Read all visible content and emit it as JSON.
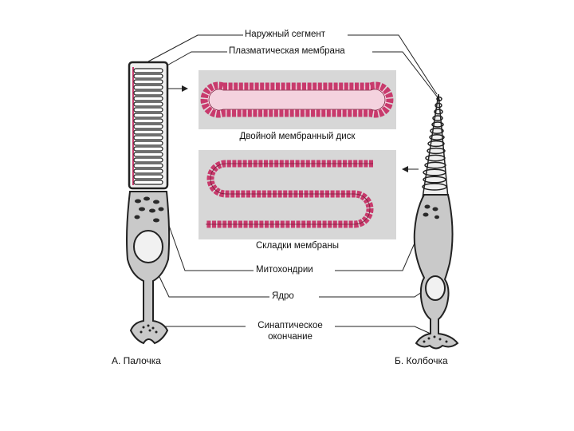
{
  "labels": {
    "outer_segment": "Наружный сегмент",
    "plasma_membrane": "Плазматическая мембрана",
    "double_disc": "Двойной мембранный диск",
    "membrane_folds": "Складки мембраны",
    "mitochondria": "Митохондрии",
    "nucleus": "Ядро",
    "synaptic_line1": "Синаптическое",
    "synaptic_line2": "окончание"
  },
  "captions": {
    "rod": "А. Палочка",
    "cone": "Б. Колбочка"
  },
  "colors": {
    "membrane": "#d44a78",
    "membrane_light": "#f2c7d6",
    "panel": "#d7d7d7",
    "cell": "#c9c9c9",
    "line": "#222222"
  }
}
